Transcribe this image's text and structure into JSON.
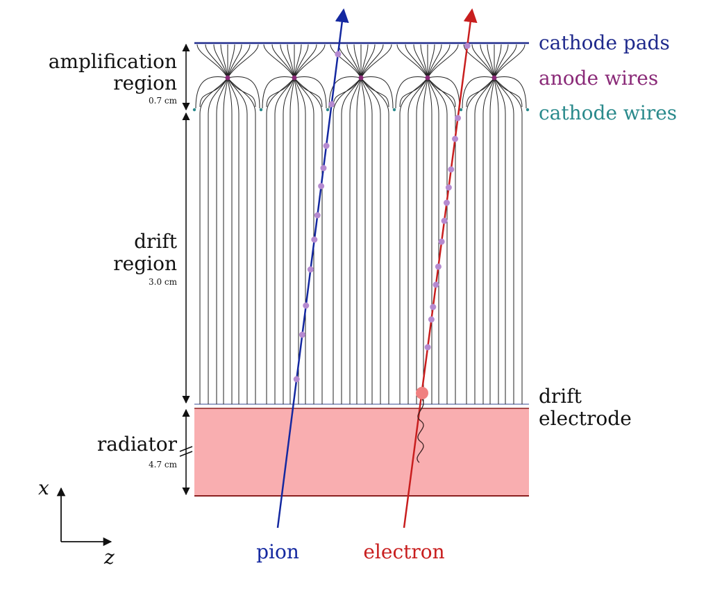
{
  "labels": {
    "amplification_line1": "amplification",
    "amplification_line2": "region",
    "amplification_size": "0.7 cm",
    "drift_line1": "drift",
    "drift_line2": "region",
    "drift_size": "3.0 cm",
    "radiator": "radiator",
    "radiator_size": "4.7 cm",
    "cathode_pads": "cathode pads",
    "anode_wires": "anode wires",
    "cathode_wires": "cathode wires",
    "drift_electrode_line1": "drift",
    "drift_electrode_line2": "electrode",
    "pion": "pion",
    "electron": "electron",
    "axis_x": "x",
    "axis_z": "z"
  },
  "colors": {
    "cathode_pads": "#1f2a8c",
    "anode_wires": "#8a2a78",
    "cathode_wires": "#2a8a8c",
    "pion": "#1428a0",
    "electron": "#c81e1e",
    "radiator_fill": "#f9aeb0",
    "radiator_edge": "#8a2020",
    "cluster": "#b58ad0",
    "field_line": "#222222"
  }
}
